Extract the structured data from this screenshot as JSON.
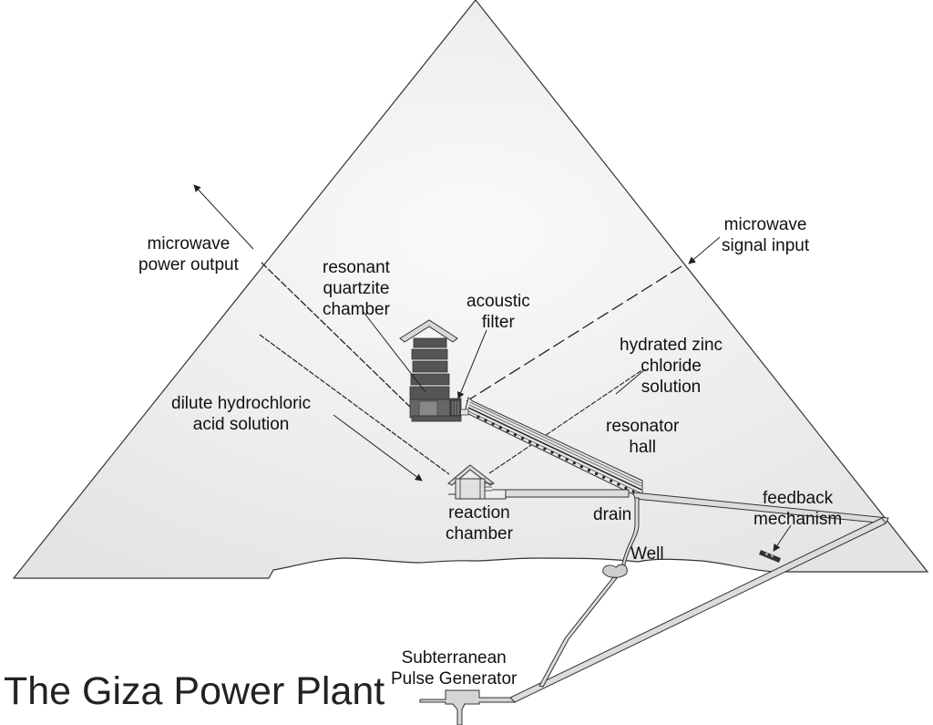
{
  "title": "The Giza Power Plant",
  "labels": {
    "microwave_power_output": "microwave\npower output",
    "resonant_quartzite_chamber": "resonant\nquartzite\nchamber",
    "acoustic_filter": "acoustic\nfilter",
    "microwave_signal_input": "microwave\nsignal input",
    "hydrated_zinc_chloride": "hydrated zinc\nchloride\nsolution",
    "dilute_hydrochloric_acid": "dilute hydrochloric\nacid solution",
    "resonator_hall": "resonator\nhall",
    "reaction_chamber": "reaction\nchamber",
    "drain": "drain",
    "well": "Well",
    "feedback_mechanism": "feedback\nmechanism",
    "subterranean_pulse_generator": "Subterranean\nPulse Generator"
  },
  "colors": {
    "pyramid_fill": "#ececec",
    "outline": "#333333",
    "chamber_dark": "#555555",
    "chamber_mid": "#888888",
    "passage_fill": "#d8d8d8"
  }
}
